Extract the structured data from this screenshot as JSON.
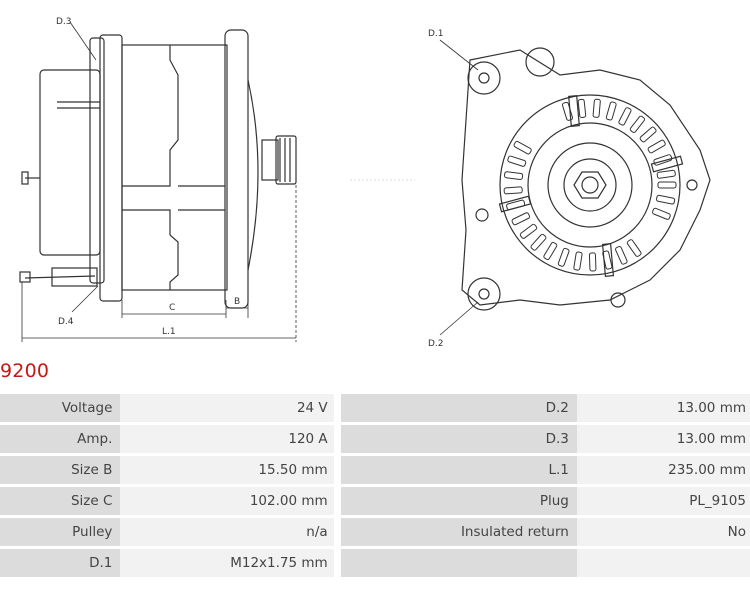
{
  "drawing": {
    "labels": {
      "d3": "D.3",
      "d4": "D.4",
      "c": "C",
      "b": "B",
      "l1": "L.1",
      "d1": "D.1",
      "d2": "D.2"
    }
  },
  "title": "9200",
  "specs": {
    "rows": [
      {
        "left_key": "Voltage",
        "left_val": "24 V",
        "right_key": "D.2",
        "right_val": "13.00 mm"
      },
      {
        "left_key": "Amp.",
        "left_val": "120 A",
        "right_key": "D.3",
        "right_val": "13.00 mm"
      },
      {
        "left_key": "Size B",
        "left_val": "15.50 mm",
        "right_key": "L.1",
        "right_val": "235.00 mm"
      },
      {
        "left_key": "Size C",
        "left_val": "102.00 mm",
        "right_key": "Plug",
        "right_val": "PL_9105"
      },
      {
        "left_key": "Pulley",
        "left_val": "n/a",
        "right_key": "Insulated return",
        "right_val": "No"
      },
      {
        "left_key": "D.1",
        "left_val": "M12x1.75 mm",
        "right_key": "",
        "right_val": ""
      }
    ]
  }
}
